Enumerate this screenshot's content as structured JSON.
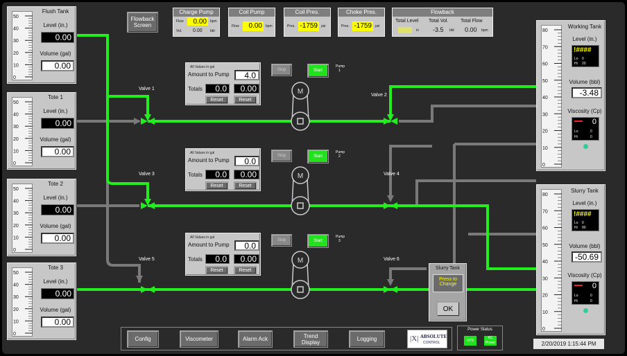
{
  "flowback_button": "Flowback Screen",
  "charge_pump": {
    "title": "Charge Pump",
    "flow_label": "Flow",
    "flow_value": "0.00",
    "flow_unit": "bpm",
    "vol_label": "Vol.",
    "vol_value": "0.00",
    "vol_unit": "bbl"
  },
  "coil_pump": {
    "title": "Coil Pump",
    "flow_label": "Flow",
    "flow_value": "0.00",
    "flow_unit": "bpm"
  },
  "coil_pres": {
    "title": "Coil Pres.",
    "pres_label": "Pres.",
    "pres_value": "-1759",
    "pres_unit": "psi"
  },
  "choke_pres": {
    "title": "Choke Pres.",
    "pres_label": "Pres.",
    "pres_value": "-1759",
    "pres_unit": "psi"
  },
  "flowback": {
    "title": "Flowback",
    "total_level_label": "Total Level",
    "total_level_value": "",
    "total_level_unit": "in",
    "total_vol_label": "Total Vol.",
    "total_vol_value": "-3.5",
    "total_vol_unit": "bbl",
    "total_flow_label": "Total Flow",
    "total_flow_value": "0.00",
    "total_flow_unit": "bpm"
  },
  "left_tanks": [
    {
      "name": "Flush Tank",
      "level_label": "Level (in.)",
      "level": "0.00",
      "volume_label": "Volume (gal)",
      "volume": "0.00"
    },
    {
      "name": "Tote 1",
      "level_label": "Level (in.)",
      "level": "0.00",
      "volume_label": "Volume (gal)",
      "volume": "0.00"
    },
    {
      "name": "Tote 2",
      "level_label": "Level (in.)",
      "level": "0.00",
      "volume_label": "Volume (gal)",
      "volume": "0.00"
    },
    {
      "name": "Tote 3",
      "level_label": "Level (in.)",
      "level": "0.00",
      "volume_label": "Volume (gal)",
      "volume": "0.00"
    }
  ],
  "gauge_ticks": [
    "50",
    "40",
    "30",
    "20",
    "10",
    "0"
  ],
  "right_gauge_ticks": [
    "80",
    "70",
    "60",
    "50",
    "40",
    "30",
    "20",
    "10",
    "0"
  ],
  "right_tanks": [
    {
      "name": "Working Tank",
      "level_label": "Level (in.)",
      "level_display": "!####",
      "lo_label": "Lo",
      "lo": "0",
      "hi_label": "Hi",
      "hi": "20",
      "volume_label": "Volume (bbl)",
      "volume": "-3.48",
      "visc_label": "Viscosity (Cp)",
      "visc": "0",
      "visc_lo": "0",
      "visc_hi": "0"
    },
    {
      "name": "Slurry Tank",
      "level_label": "Level (in.)",
      "level_display": "!####",
      "lo_label": "Lo",
      "lo": "0",
      "hi_label": "Hi",
      "hi": "90",
      "volume_label": "Volume (bbl)",
      "volume": "-50.69",
      "visc_label": "Viscosity (Cp)",
      "visc": "0",
      "visc_lo": "0",
      "visc_hi": "0"
    }
  ],
  "pumps": [
    {
      "header": "All Values in gal",
      "amount_label": "Amount to Pump",
      "amount": "4.0",
      "totals_label": "Totals",
      "total1": "0.0",
      "total2": "0.00",
      "reset1": "Reset",
      "reset2": "Reset",
      "stop": "Stop",
      "start": "Start",
      "pump_label": "Pump",
      "pump_num": "1"
    },
    {
      "header": "All Values in gal",
      "amount_label": "Amount to Pump",
      "amount": "0.0",
      "totals_label": "Totals",
      "total1": "0.0",
      "total2": "0.00",
      "reset1": "Reset",
      "reset2": "Reset",
      "stop": "Stop",
      "start": "Start",
      "pump_label": "Pump",
      "pump_num": "2"
    },
    {
      "header": "All Values in gal",
      "amount_label": "Amount to Pump",
      "amount": "0.0",
      "totals_label": "Totals",
      "total1": "0.0",
      "total2": "0.00",
      "reset1": "Reset",
      "reset2": "Reset",
      "stop": "Stop",
      "start": "Start",
      "pump_label": "Pump",
      "pump_num": "3"
    }
  ],
  "motor_label": "M",
  "valves": [
    "Valve 1",
    "Valve 2",
    "Valve 3",
    "Valve 4",
    "Valve 5",
    "Valve 6"
  ],
  "slurry_popup": {
    "title": "Slurry Tank",
    "press": "Press to Change",
    "ok": "OK"
  },
  "nav": {
    "config": "Config",
    "viscometer": "Viscometer",
    "alarm": "Alarm Ack",
    "trend": "Trend Display",
    "logging": "Logging"
  },
  "logo": {
    "main": "ABSOLUTE",
    "sub": "CONTROL"
  },
  "power": {
    "title": "Power Status",
    "ups": "UPS",
    "ac": "AC Power"
  },
  "datetime": "2/20/2019 1:15:44 PM",
  "colors": {
    "pipe_green": "#22ee1e",
    "pipe_gray": "#7a7a7a",
    "panel": "#c7c7c7",
    "highlight": "#ffff00"
  }
}
